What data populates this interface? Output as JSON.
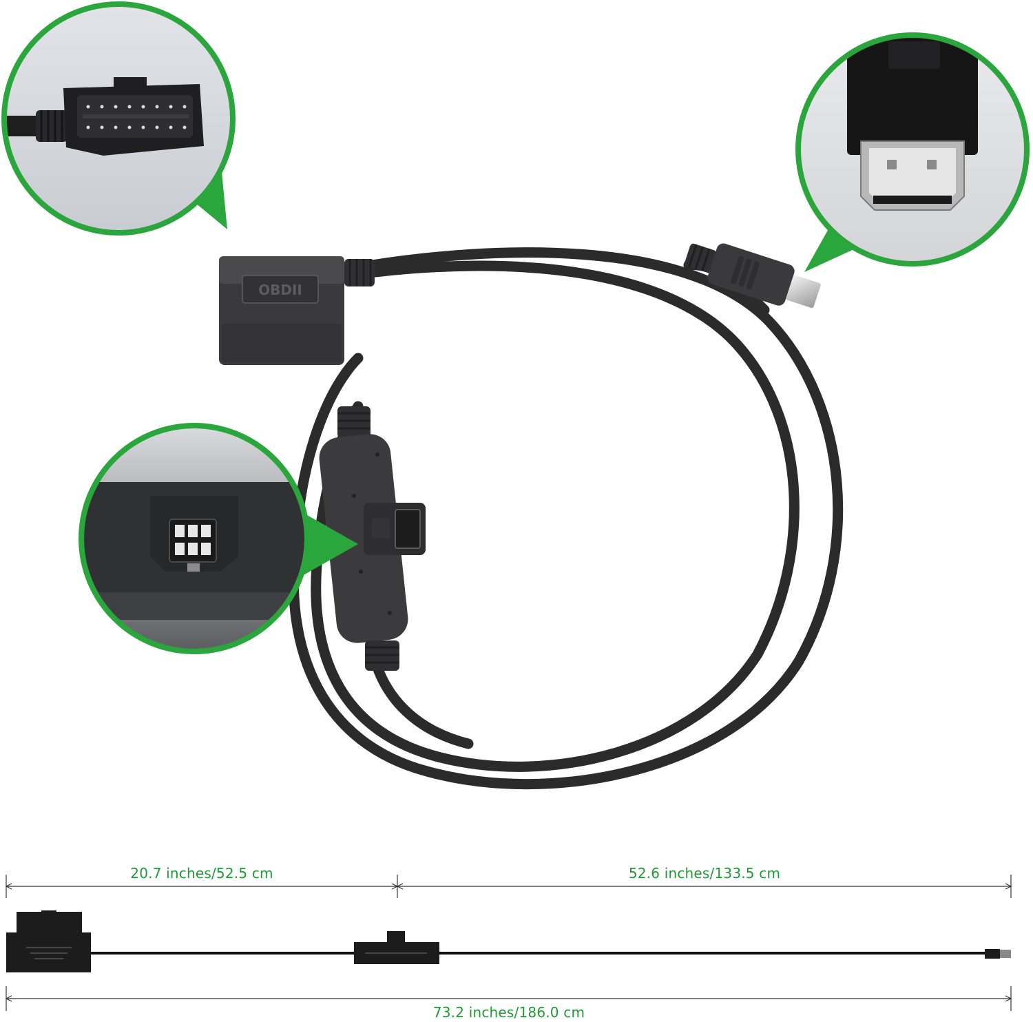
{
  "colors": {
    "accent_green": "#2aa63c",
    "label_green": "#1e9a35",
    "cable_dark": "#2b2b2c",
    "background": "#ffffff"
  },
  "callouts": [
    {
      "name": "obd2-connector-closeup"
    },
    {
      "name": "hdmi-connector-closeup"
    },
    {
      "name": "6-pin-power-socket-closeup"
    }
  ],
  "product": {
    "obd_port_embossed_text": "OBDII"
  },
  "dimensions": {
    "segment_obd_to_splitter": "20.7 inches/52.5 cm",
    "segment_splitter_to_hdmi": "52.6 inches/133.5 cm",
    "total_length": "73.2 inches/186.0 cm"
  }
}
